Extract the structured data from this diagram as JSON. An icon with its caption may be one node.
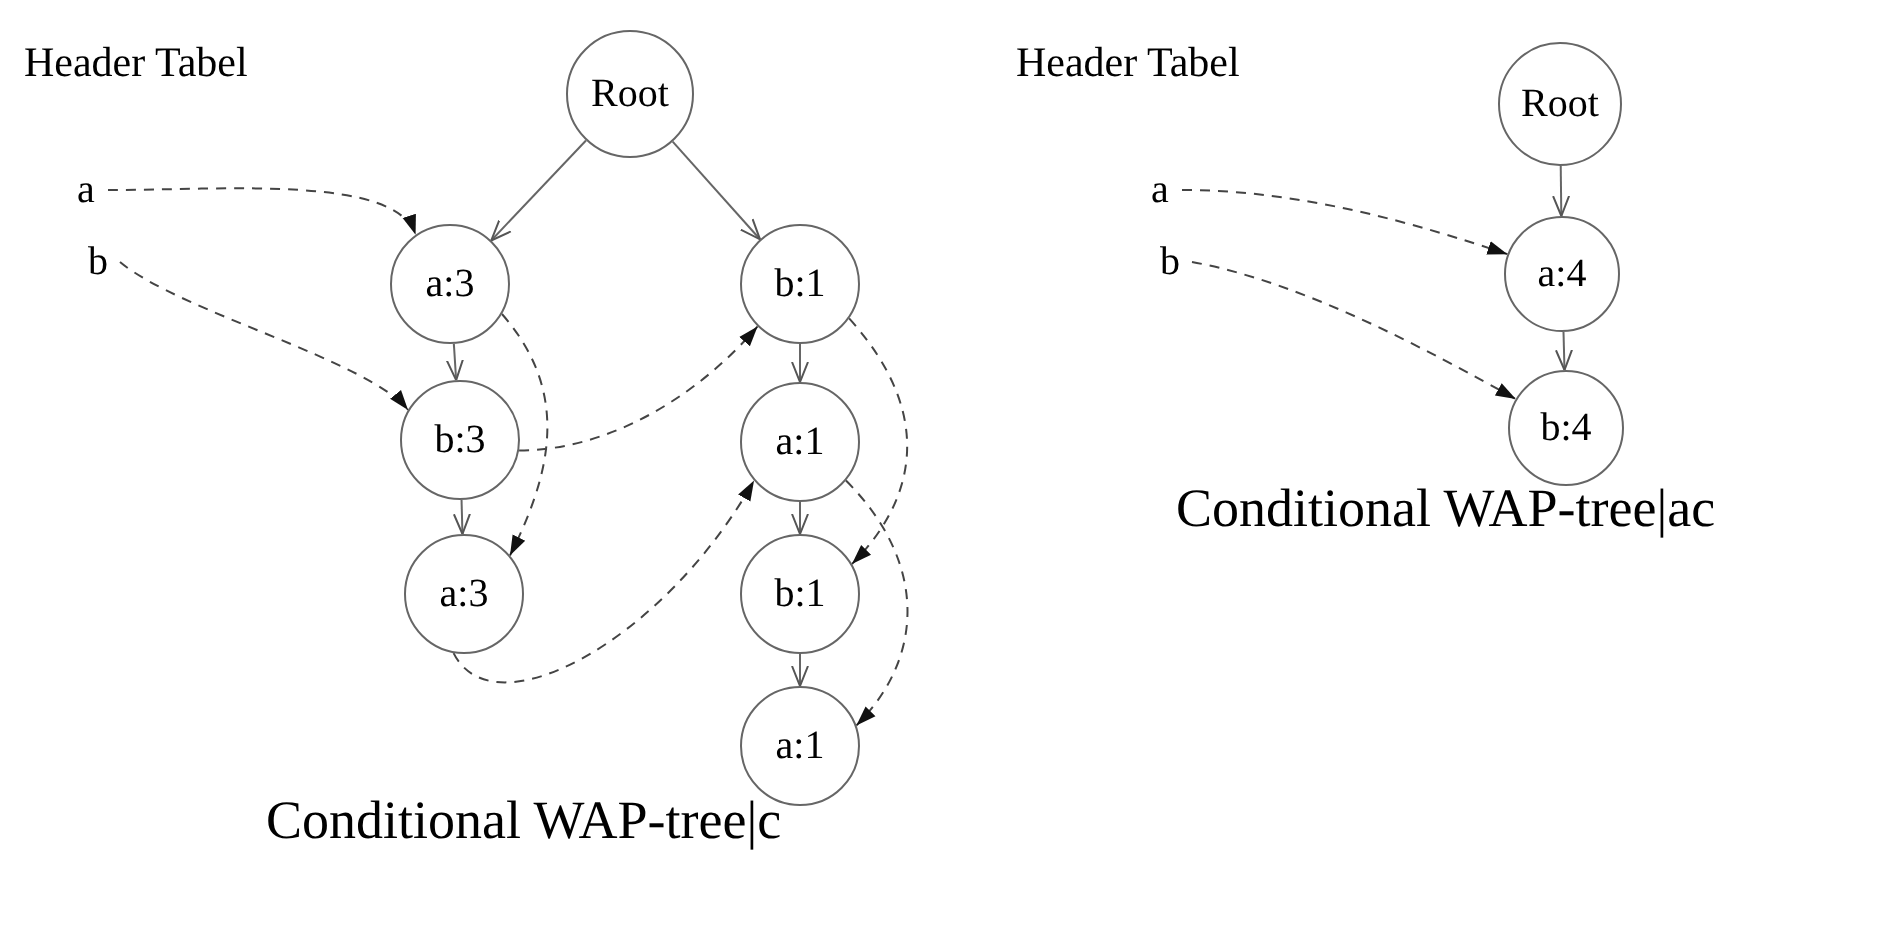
{
  "diagram": {
    "nodes": [
      {
        "text": [
          "a"
        ]
      },
      {
        "text": [
          "b"
        ]
      },
      {
        "text": [
          "Root"
        ]
      },
      {
        "text": [
          "a:3"
        ]
      },
      {
        "text": [
          "b:3"
        ]
      },
      {
        "text": [
          "a:3"
        ]
      },
      {
        "text": [
          "b:1"
        ]
      },
      {
        "text": [
          "a:1"
        ]
      },
      {
        "text": [
          "b:1"
        ]
      },
      {
        "text": [
          "a:1"
        ]
      },
      {
        "text": [
          "a"
        ]
      },
      {
        "text": [
          "b"
        ]
      },
      {
        "text": [
          "Root"
        ]
      },
      {
        "text": [
          "a:4"
        ]
      },
      {
        "text": [
          "b:4"
        ]
      }
    ],
    "edges": [
      {
        "from": 2,
        "to": 3,
        "arrow": "to"
      },
      {
        "from": 2,
        "to": 6,
        "arrow": "to"
      },
      {
        "from": 3,
        "to": 4,
        "arrow": "to"
      },
      {
        "from": 4,
        "to": 5,
        "arrow": "to"
      },
      {
        "from": 6,
        "to": 7,
        "arrow": "to"
      },
      {
        "from": 7,
        "to": 8,
        "arrow": "to"
      },
      {
        "from": 8,
        "to": 9,
        "arrow": "to"
      },
      {
        "from": 0,
        "to": 3,
        "arrow": "to",
        "style": "dashed"
      },
      {
        "from": 1,
        "to": 4,
        "arrow": "to",
        "style": "dashed"
      },
      {
        "from": 3,
        "to": 5,
        "arrow": "to",
        "style": "dashed"
      },
      {
        "from": 4,
        "to": 6,
        "arrow": "to",
        "style": "dashed"
      },
      {
        "from": 5,
        "to": 7,
        "arrow": "to",
        "style": "dashed"
      },
      {
        "from": 6,
        "to": 8,
        "arrow": "to",
        "style": "dashed"
      },
      {
        "from": 7,
        "to": 9,
        "arrow": "to",
        "style": "dashed"
      },
      {
        "from": 12,
        "to": 13,
        "arrow": "to"
      },
      {
        "from": 13,
        "to": 14,
        "arrow": "to"
      },
      {
        "from": 10,
        "to": 13,
        "arrow": "to",
        "style": "dashed"
      },
      {
        "from": 11,
        "to": 14,
        "arrow": "to",
        "style": "dashed"
      }
    ],
    "labels": [
      "Header Tabel",
      "Header Tabel",
      "Conditional WAP-tree|ac",
      "Conditional WAP-tree|c"
    ]
  }
}
